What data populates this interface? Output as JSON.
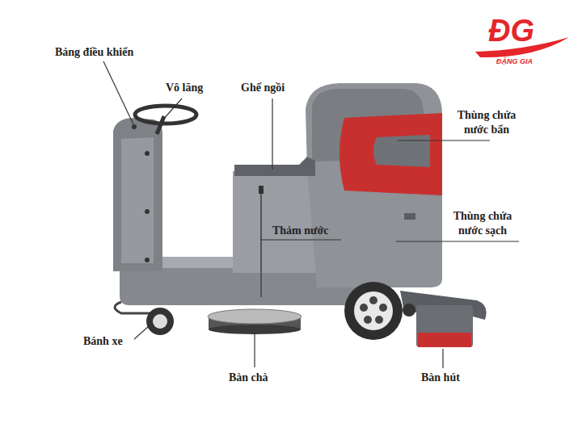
{
  "diagram": {
    "labels": [
      "ĐG",
      "ĐẶNG GIA",
      "Bảng điều khiển",
      "Vô lăng",
      "Ghế ngồi",
      "Thùng chứa nước bẩn",
      "Thùng chứa nước sạch",
      "Thảm nước",
      "Bánh xe",
      "Bàn chà",
      "Bàn hút"
    ]
  }
}
